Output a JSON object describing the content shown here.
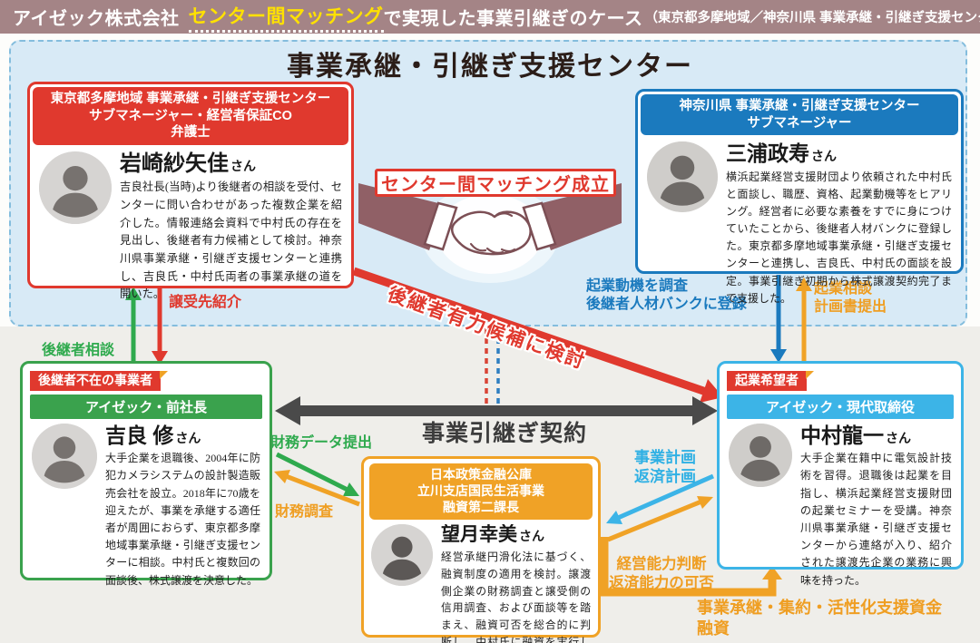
{
  "header": {
    "company": "アイゼック株式会社",
    "highlight": "センター間マッチング",
    "rest": "で実現した事業引継ぎのケース",
    "paren": "（東京都多摩地域／神奈川県 事業承継・引継ぎ支援センター）"
  },
  "panel": {
    "title": "事業承継・引継ぎ支援センター",
    "match_label": "センター間マッチング成立"
  },
  "boxes": {
    "tokyo": {
      "header": "東京都多摩地域 事業承継・引継ぎ支援センター\nサブマネージャー・経営者保証CO\n弁護士",
      "name": "岩崎紗矢佳",
      "honorific": "さん",
      "body": "吉良社長(当時)より後継者の相談を受付、センターに問い合わせがあった複数企業を紹介した。情報連絡会資料で中村氏の存在を見出し、後継者有力候補として検討。神奈川県事業承継・引継ぎ支援センターと連携し、吉良氏・中村氏両者の事業承継の道を開いた。"
    },
    "kanagawa": {
      "header": "神奈川県 事業承継・引継ぎ支援センター\nサブマネージャー",
      "name": "三浦政寿",
      "honorific": "さん",
      "body": "横浜起業経営支援財団より依頼された中村氏と面談し、職歴、資格、起業動機等をヒアリング。経営者に必要な素養をすでに身につけていたことから、後継者人材バンクに登録した。東京都多摩地域事業承継・引継ぎ支援センターと連携し、吉良氏、中村氏の面談を設定。事業引継ぎ初期から株式譲渡契約完了まで支援した。"
    },
    "kira": {
      "tag": "後継者不在の事業者",
      "role": "アイゼック・前社長",
      "name": "吉良 修",
      "honorific": "さん",
      "body": "大手企業を退職後、2004年に防犯カメラシステムの設計製造販売会社を設立。2018年に70歳を迎えたが、事業を承継する適任者が周囲におらず、東京都多摩地域事業承継・引継ぎ支援センターに相談。中村氏と複数回の面談後、株式譲渡を決意した。"
    },
    "nakamura": {
      "tag": "起業希望者",
      "role": "アイゼック・現代取締役",
      "name": "中村龍一",
      "honorific": "さん",
      "body": "大手企業在籍中に電気設計技術を習得。退職後は起業を目指し、横浜起業経営支援財団の起業セミナーを受講。神奈川県事業承継・引継ぎ支援センターから連絡が入り、紹介された譲渡先企業の業務に興味を持った。"
    },
    "mochizuki": {
      "header": "日本政策金融公庫\n立川支店国民生活事業\n融資第二課長",
      "name": "望月幸美",
      "honorific": "さん",
      "body": "経営承継円滑化法に基づく、融資制度の適用を検討。譲渡側企業の財務調査と譲受側の信用調査、および面談等を踏まえ、融資可否を総合的に判断し、中村氏に融資を実行した。"
    }
  },
  "labels": {
    "successor_consult": "後継者相談",
    "transfer_intro": "譲受先紹介",
    "motive_survey": "起業動機を調査\n後継者人材バンクに登録",
    "startup_consult": "起業相談\n計画書提出",
    "candidate_review": "後継者有力候補に検討",
    "contract": "事業引継ぎ契約",
    "financial_data": "財務データ提出",
    "financial_survey": "財務調査",
    "business_plan": "事業計画\n返済計画",
    "ability_judge": "経営能力判断\n返済能力の可否",
    "loan": "事業承継・集約・活性化支援資金\n融資"
  },
  "colors": {
    "topbar_bg": "#a48486",
    "highlight_yellow": "#ffe100",
    "red": "#e0392e",
    "blue": "#1b7abe",
    "light_blue": "#3cb4e7",
    "green": "#3aa24d",
    "orange": "#f0a226",
    "panel_bg": "#d8eaf6",
    "gray_arrow": "#4a4a4a"
  }
}
